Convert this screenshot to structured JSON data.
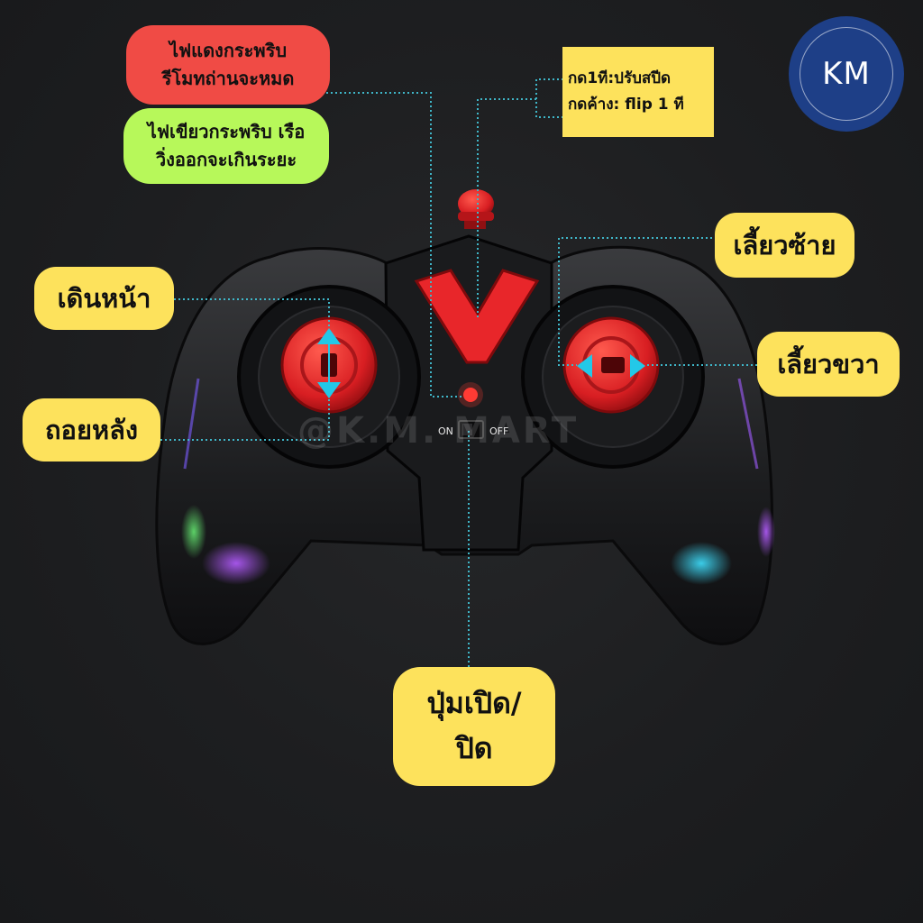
{
  "callouts": {
    "red_light": [
      "ไฟแดงกระพริบ",
      "รีโมทถ่านจะหมด"
    ],
    "green_light": [
      "ไฟเขียวกระพริบ เรือ",
      "วิ่งออกจะเกินระยะ"
    ],
    "speed_button": [
      "กด1ที:ปรับสปีด",
      "กดค้าง: flip 1 ที"
    ],
    "forward": "เดินหน้า",
    "backward": "ถอยหลัง",
    "turn_left": "เลี้ยวซ้าย",
    "turn_right": "เลี้ยวขวา",
    "power": [
      "ปุ่มเปิด/",
      "ปิด"
    ]
  },
  "switch": {
    "on_label": "ON",
    "off_label": "OFF"
  },
  "logo": {
    "text": "KM"
  },
  "watermark": "@K.M. MART",
  "colors": {
    "background": "#1d1e20",
    "callout_yellow": "#fde25c",
    "callout_red": "#f04b45",
    "callout_green": "#b7f85a",
    "logo_blue": "#1e3f87",
    "controller_red": "#e8262a",
    "arrow_cyan": "#23c8e8",
    "leader_line": "#3fb6c8"
  },
  "icons": {
    "forward": "arrow-up-icon",
    "backward": "arrow-down-icon",
    "turn": "arrow-left-right-icon"
  }
}
